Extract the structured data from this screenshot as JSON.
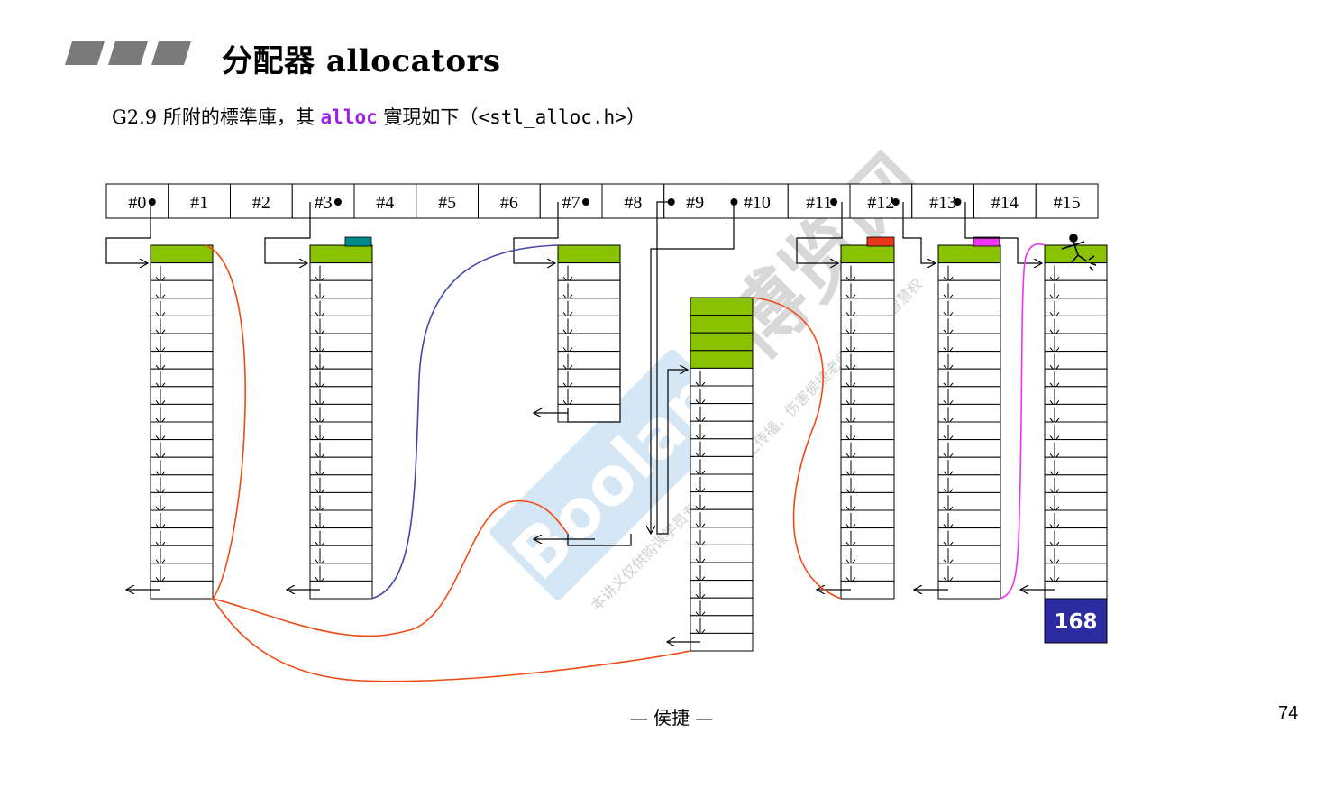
{
  "page": {
    "title": "分配器 allocators",
    "subtitle": {
      "prefix": "G2.9 所附的標準庫，其 ",
      "keyword": "alloc",
      "middle": " 實現如下（",
      "file": "<stl_alloc.h>",
      "suffix": "）"
    },
    "author": "— 侯捷 —",
    "page_number": "74",
    "watermark": {
      "brand": "Boolan",
      "brand_cn": "博览网",
      "notice": "本讲义仅供购课学员专用，请勿线上传播，伤害侯捷老师的权益与智慧权"
    }
  },
  "diagram": {
    "free_list_labels": [
      "#0",
      "#1",
      "#2",
      "#3",
      "#4",
      "#5",
      "#6",
      "#7",
      "#8",
      "#9",
      "#10",
      "#11",
      "#12",
      "#13",
      "#14",
      "#15"
    ],
    "badge": "168",
    "colors": {
      "chunk_used": "#88c200",
      "marker_teal": "#008b8b",
      "marker_red": "#e8361a",
      "marker_magenta": "#ee33ee",
      "link_red": "#f04a14",
      "link_blue": "#4545aa",
      "link_magenta": "#ee33ee",
      "badge_bg": "#2c2ca0"
    }
  }
}
